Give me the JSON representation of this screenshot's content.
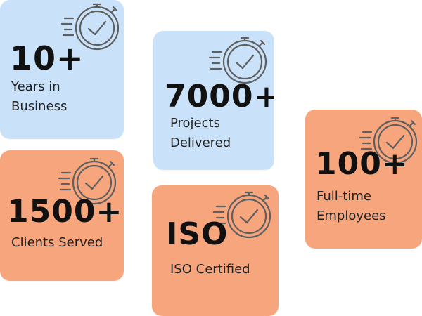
{
  "stats": [
    {
      "value": "10+",
      "label": "Years in\nBusiness",
      "theme": "blue",
      "icon": "stopwatch-icon"
    },
    {
      "value": "7000+",
      "label": "Projects\nDelivered",
      "theme": "blue",
      "icon": "stopwatch-icon"
    },
    {
      "value": "1500+",
      "label": "Clients Served",
      "theme": "orange",
      "icon": "stopwatch-icon"
    },
    {
      "value": "ISO",
      "label": "ISO Certified",
      "theme": "orange",
      "icon": "stopwatch-icon"
    },
    {
      "value": "100+",
      "label": "Full-time\nEmployees",
      "theme": "orange",
      "icon": "stopwatch-icon"
    }
  ],
  "colors": {
    "blue_card": "#c9e2fa",
    "orange_card": "#f6a57d",
    "icon_stroke": "#5f5f5f",
    "text": "#111111"
  }
}
